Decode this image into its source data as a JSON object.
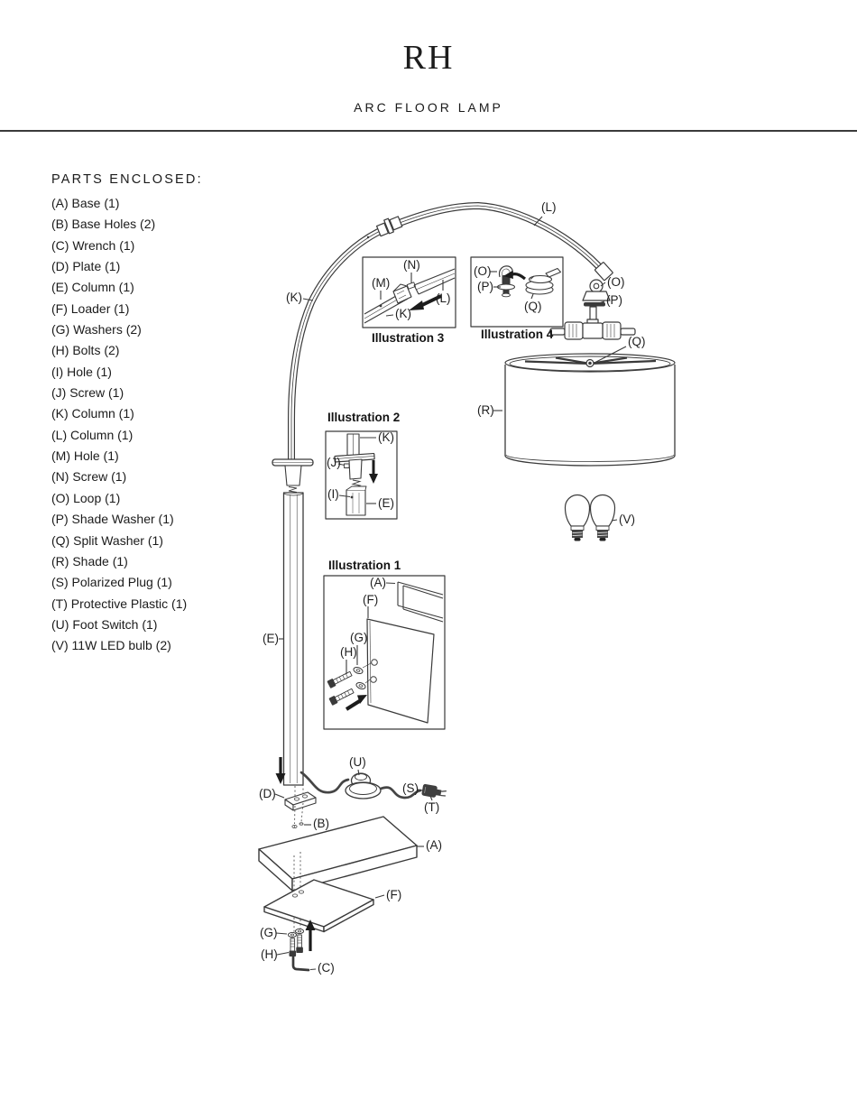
{
  "header": {
    "logo": "RH",
    "product_title": "ARC FLOOR LAMP"
  },
  "parts_list": {
    "heading": "PARTS ENCLOSED:",
    "items": [
      "(A) Base (1)",
      "(B) Base Holes (2)",
      "(C) Wrench (1)",
      "(D) Plate (1)",
      "(E) Column (1)",
      "(F) Loader (1)",
      "(G) Washers (2)",
      "(H) Bolts (2)",
      "(I) Hole (1)",
      "(J) Screw (1)",
      "(K) Column (1)",
      "(L) Column (1)",
      "(M) Hole (1)",
      "(N) Screw (1)",
      "(O) Loop (1)",
      "(P) Shade Washer (1)",
      "(Q) Split Washer (1)",
      "(R) Shade (1)",
      "(S) Polarized Plug (1)",
      "(T) Protective Plastic (1)",
      "(U) Foot Switch (1)",
      "(V) 11W LED bulb (2)"
    ]
  },
  "diagram": {
    "captions": {
      "illustration1": "Illustration 1",
      "illustration2": "Illustration 2",
      "illustration3": "Illustration 3",
      "illustration4": "Illustration 4"
    },
    "callouts": {
      "main": {
        "A": "(A)",
        "B": "(B)",
        "C": "(C)",
        "D": "(D)",
        "E": "(E)",
        "F": "(F)",
        "G": "(G)",
        "H": "(H)",
        "K": "(K)",
        "L": "(L)",
        "O": "(O)",
        "P": "(P)",
        "Q": "(Q)",
        "R": "(R)",
        "S": "(S)",
        "T": "(T)",
        "U": "(U)",
        "V": "(V)"
      },
      "illustration1": {
        "A": "(A)",
        "F": "(F)",
        "G": "(G)",
        "H": "(H)"
      },
      "illustration2": {
        "E": "(E)",
        "I": "(I)",
        "J": "(J)",
        "K": "(K)"
      },
      "illustration3": {
        "K": "(K)",
        "L": "(L)",
        "M": "(M)",
        "N": "(N)"
      },
      "illustration4": {
        "O": "(O)",
        "P": "(P)",
        "Q": "(Q)"
      }
    }
  }
}
